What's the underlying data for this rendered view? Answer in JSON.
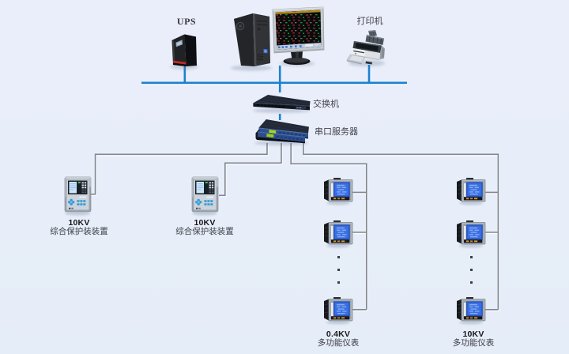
{
  "diagram_type": "power-monitoring-system-topology",
  "colors": {
    "background_top": "#ebeffb",
    "background_bottom": "#e3ecf7",
    "ethernet_line": "#1b82cf",
    "serial_line": "#84888e",
    "label_text": "#41414a",
    "voltage_label_text": "#17171a"
  },
  "nodes": {
    "ups": {
      "label": "UPS"
    },
    "printer": {
      "label": "打印机"
    },
    "switch": {
      "label": "交换机"
    },
    "serial_server": {
      "label": "串口服务器"
    },
    "protection_devices": [
      {
        "voltage": "10KV",
        "label": "综合保护装装置"
      },
      {
        "voltage": "10KV",
        "label": "综合保护装装置"
      }
    ],
    "meter_columns": [
      {
        "voltage": "0.4KV",
        "label": "多功能仪表"
      },
      {
        "voltage": "10KV",
        "label": "多功能仪表"
      }
    ]
  }
}
